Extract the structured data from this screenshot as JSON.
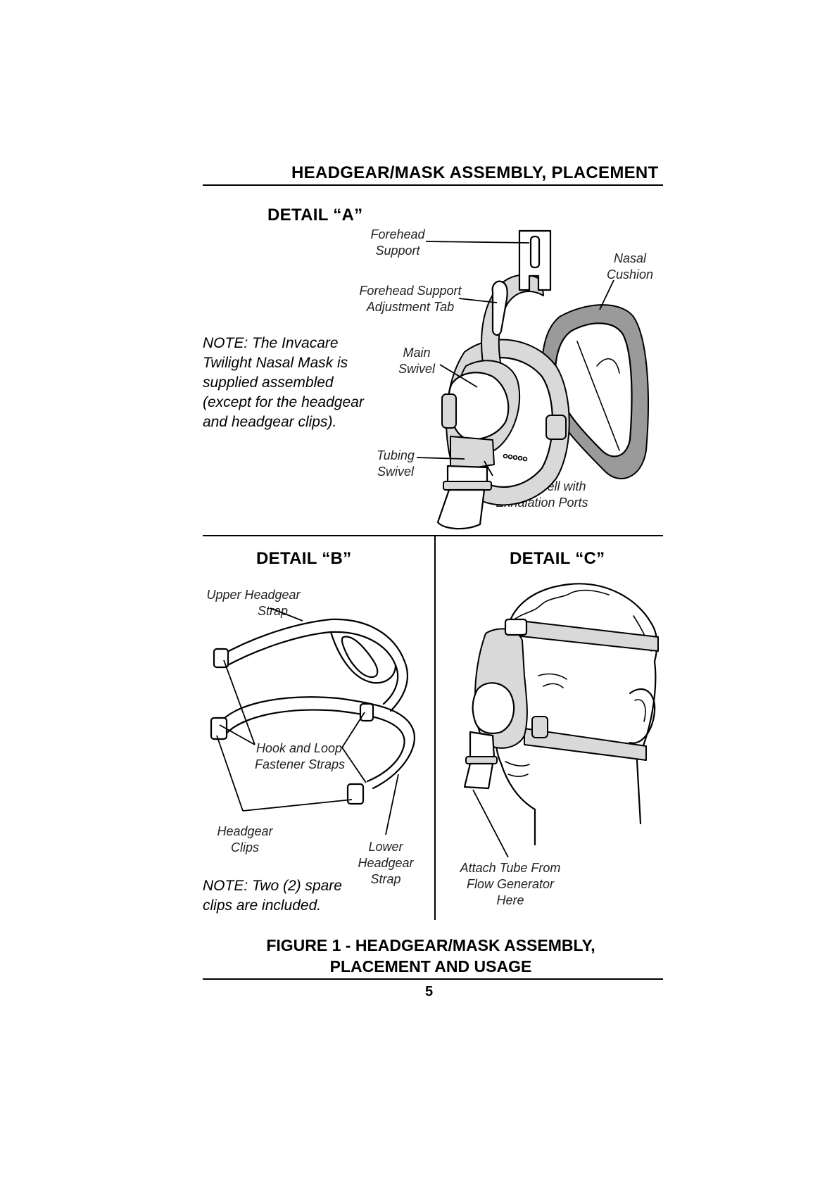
{
  "section_title": "HEADGEAR/MASK ASSEMBLY, PLACEMENT",
  "detail_a": {
    "title": "DETAIL “A”",
    "labels": {
      "forehead_support": [
        "Forehead",
        "Support"
      ],
      "forehead_support_tab": [
        "Forehead Support",
        "Adjustment Tab"
      ],
      "main_swivel": [
        "Main",
        "Swivel"
      ],
      "tubing_swivel": [
        "Tubing",
        "Swivel"
      ],
      "nasal_cushion": [
        "Nasal",
        "Cushion"
      ],
      "mask_shell": [
        "Mask Shell with",
        "Exhalation Ports"
      ]
    },
    "note": [
      "NOTE: The Invacare",
      "Twilight Nasal Mask is",
      "supplied  assembled",
      "(except for the headgear",
      "and  headgear clips)."
    ]
  },
  "detail_b": {
    "title": "DETAIL “B”",
    "labels": {
      "upper_strap": [
        "Upper Headgear",
        "Strap"
      ],
      "hook_loop": [
        "Hook and Loop",
        "Fastener Straps"
      ],
      "clips": [
        "Headgear",
        "Clips"
      ],
      "lower_strap": [
        "Lower",
        "Headgear",
        "Strap"
      ]
    },
    "note": [
      "NOTE: Two (2) spare",
      "clips are included."
    ]
  },
  "detail_c": {
    "title": "DETAIL “C”",
    "labels": {
      "attach_tube": [
        "Attach Tube From",
        "Flow Generator",
        "Here"
      ]
    }
  },
  "figure_caption": [
    "FIGURE 1 - HEADGEAR/MASK ASSEMBLY,",
    "PLACEMENT AND USAGE"
  ],
  "page_number": "5"
}
